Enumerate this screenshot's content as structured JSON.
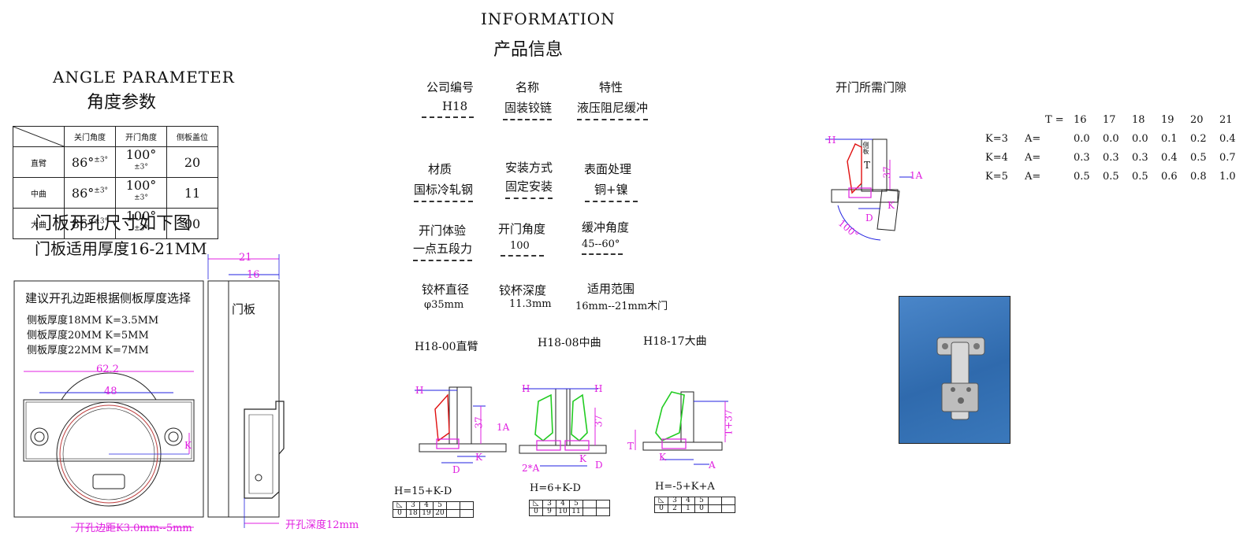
{
  "header": {
    "title_en": "INFORMATION",
    "title_cn": "产品信息"
  },
  "angle": {
    "title_en": "ANGLE    PARAMETER",
    "title_cn": "角度参数",
    "col_headers": [
      "关门角度",
      "开门角度",
      "侧板盖位"
    ],
    "rows": [
      {
        "name": "直臂",
        "close": "86°",
        "close_tol": "±3°",
        "open": "100°",
        "open_tol": "±3°",
        "cover": "20"
      },
      {
        "name": "中曲",
        "close": "86°",
        "close_tol": "±3°",
        "open": "100°",
        "open_tol": "±3°",
        "cover": "11"
      },
      {
        "name": "大曲",
        "close": "86°",
        "close_tol": "±3°",
        "open": "100°",
        "open_tol": "±3°",
        "cover": "00"
      }
    ]
  },
  "door": {
    "line1": "门板开孔尺寸如下图",
    "line2": "门板适用厚度16-21MM",
    "advice": "建议开孔边距根据侧板厚度选择",
    "k_rows": [
      "侧板厚度18MM  K=3.5MM",
      "侧板厚度20MM  K=5MM",
      "侧板厚度22MM  K=7MM"
    ],
    "dim_62": "62.2",
    "dim_48": "48",
    "dim_21": "21",
    "dim_16": "16",
    "door_label": "门板",
    "edge_note": "开孔边距K3.0mm--5mm",
    "depth_note": "开孔深度12mm",
    "k_mark": "K"
  },
  "specs": [
    {
      "label": "公司编号",
      "value": "H18"
    },
    {
      "label": "名称",
      "value": "固装铰链"
    },
    {
      "label": "特性",
      "value": "液压阻尼缓冲"
    },
    {
      "label": "材质",
      "value": "国标冷轧钢"
    },
    {
      "label": "安装方式",
      "value": "固定安装"
    },
    {
      "label": "表面处理",
      "value": "铜+镍"
    },
    {
      "label": "开门体验",
      "value": "一点五段力"
    },
    {
      "label": "开门角度",
      "value": "100"
    },
    {
      "label": "缓冲角度",
      "value": "45--60°"
    },
    {
      "label": "铰杯直径",
      "value": "φ35mm"
    },
    {
      "label": "铰杯深度",
      "value": "11.3mm"
    },
    {
      "label": "适用范围",
      "value": "16mm--21mm木门"
    }
  ],
  "models": [
    {
      "name": "H18-00直臂",
      "formula": "H=15+K-D",
      "dims": [
        "H",
        "D",
        "K",
        "37",
        "1A"
      ],
      "tbl_top": [
        "",
        "3",
        "4",
        "5",
        "",
        ""
      ],
      "tbl_bot": [
        "0",
        "18",
        "19",
        "20",
        "",
        ""
      ]
    },
    {
      "name": "H18-08中曲",
      "formula": "H=6+K-D",
      "dims": [
        "H",
        "H",
        "D",
        "K",
        "37",
        "2*A"
      ],
      "tbl_top": [
        "",
        "3",
        "4",
        "5",
        "",
        ""
      ],
      "tbl_bot": [
        "0",
        "9",
        "10",
        "11",
        "",
        ""
      ]
    },
    {
      "name": "H18-17大曲",
      "formula": "H=-5+K+A",
      "dims": [
        "T",
        "K",
        "A",
        "T+37"
      ],
      "tbl_top": [
        "",
        "3",
        "4",
        "5",
        "",
        ""
      ],
      "tbl_bot": [
        "0",
        "2",
        "1",
        "0",
        "",
        ""
      ]
    }
  ],
  "gap": {
    "title": "开门所需门隙",
    "t_label": "T =",
    "t_values": [
      "16",
      "17",
      "18",
      "19",
      "20",
      "21"
    ],
    "rows": [
      {
        "k": "K=3",
        "a": "A=",
        "values": [
          "0.0",
          "0.0",
          "0.0",
          "0.1",
          "0.2",
          "0.4"
        ]
      },
      {
        "k": "K=4",
        "a": "A=",
        "values": [
          "0.3",
          "0.3",
          "0.3",
          "0.4",
          "0.5",
          "0.7"
        ]
      },
      {
        "k": "K=5",
        "a": "A=",
        "values": [
          "0.5",
          "0.5",
          "0.5",
          "0.6",
          "0.8",
          "1.0"
        ]
      }
    ],
    "diagram": {
      "h": "H",
      "t": "T",
      "d": "D",
      "k": "K",
      "dim37": "37",
      "a": "1A",
      "angle": "100°",
      "panel": "侧板"
    }
  },
  "colors": {
    "magenta": "#e020e0",
    "red": "#e01010",
    "green": "#22cc22",
    "photo_bg": "#3a78bb"
  }
}
